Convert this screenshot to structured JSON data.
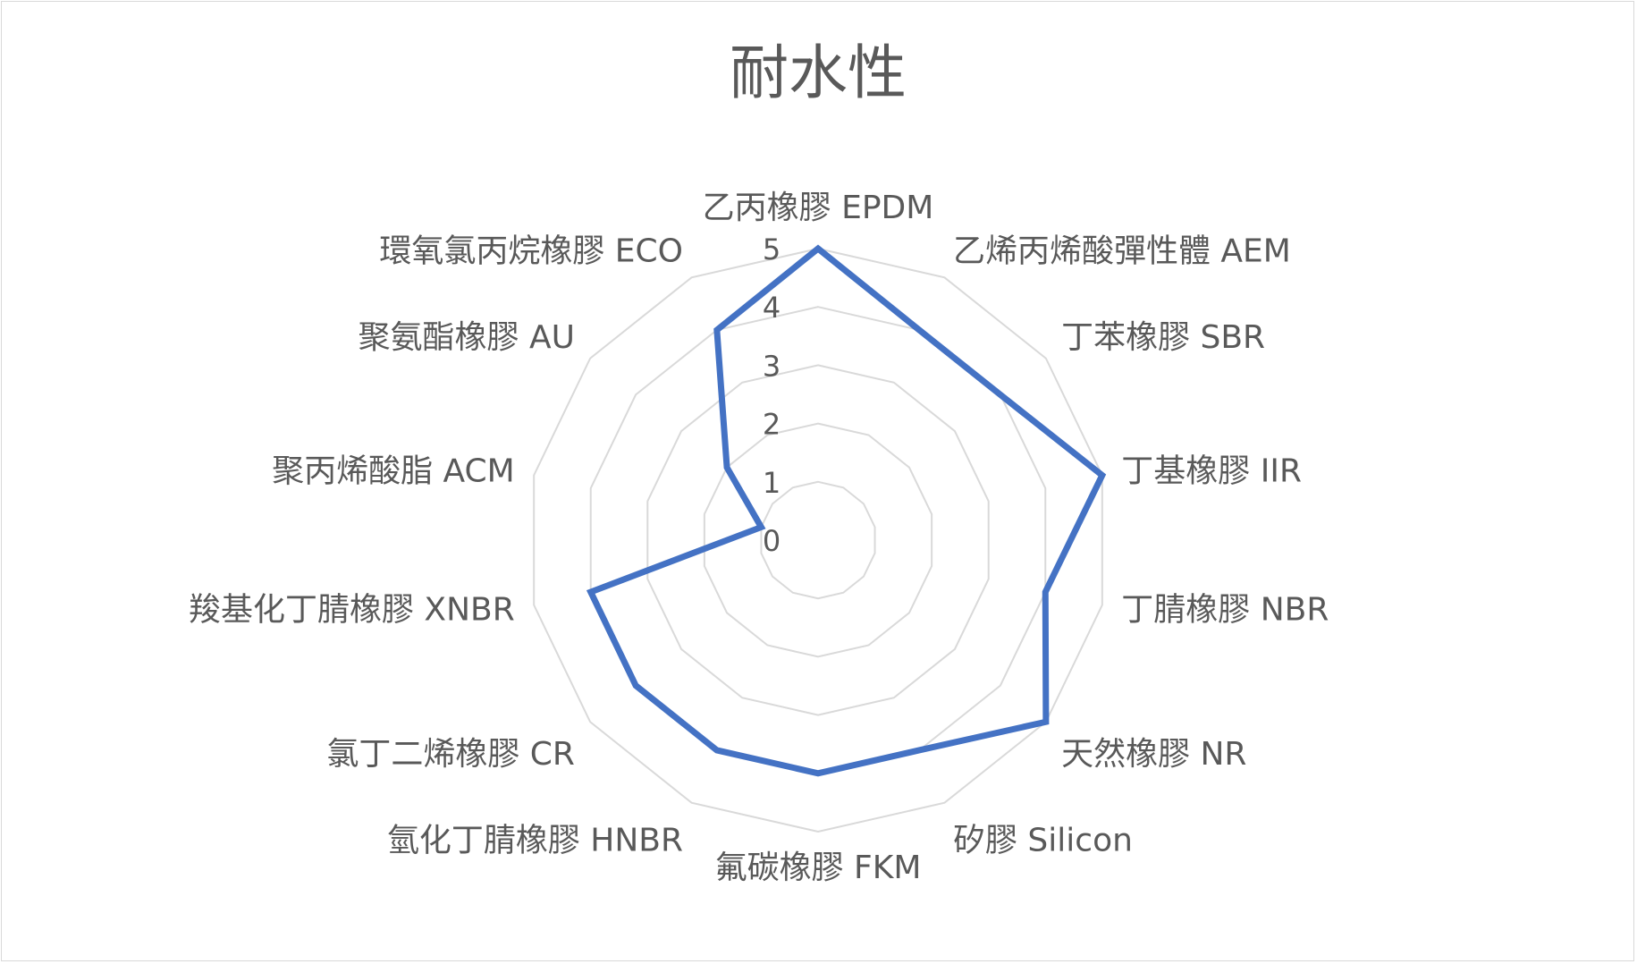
{
  "chart_data": {
    "type": "radar",
    "title": "耐水性",
    "categories": [
      "乙丙橡膠 EPDM",
      "乙烯丙烯酸彈性體 AEM",
      "丁苯橡膠 SBR",
      "丁基橡膠 IIR",
      "丁腈橡膠 NBR",
      "天然橡膠 NR",
      "矽膠 Silicon",
      "氟碳橡膠 FKM",
      "氫化丁腈橡膠 HNBR",
      "氯丁二烯橡膠 CR",
      "羧基化丁腈橡膠 XNBR",
      "聚丙烯酸脂 ACM",
      "聚氨酯橡膠 AU",
      "環氧氯丙烷橡膠 ECO"
    ],
    "series": [
      {
        "name": "耐水性",
        "values": [
          5,
          4,
          4,
          5,
          4,
          5,
          4,
          4,
          4,
          4,
          4,
          1,
          2,
          4
        ],
        "color": "#4472c4"
      }
    ],
    "rlim": [
      0,
      5
    ],
    "ticks": [
      "0",
      "1",
      "2",
      "3",
      "4",
      "5"
    ],
    "grid": true,
    "gridColor": "#d9d9d9"
  }
}
